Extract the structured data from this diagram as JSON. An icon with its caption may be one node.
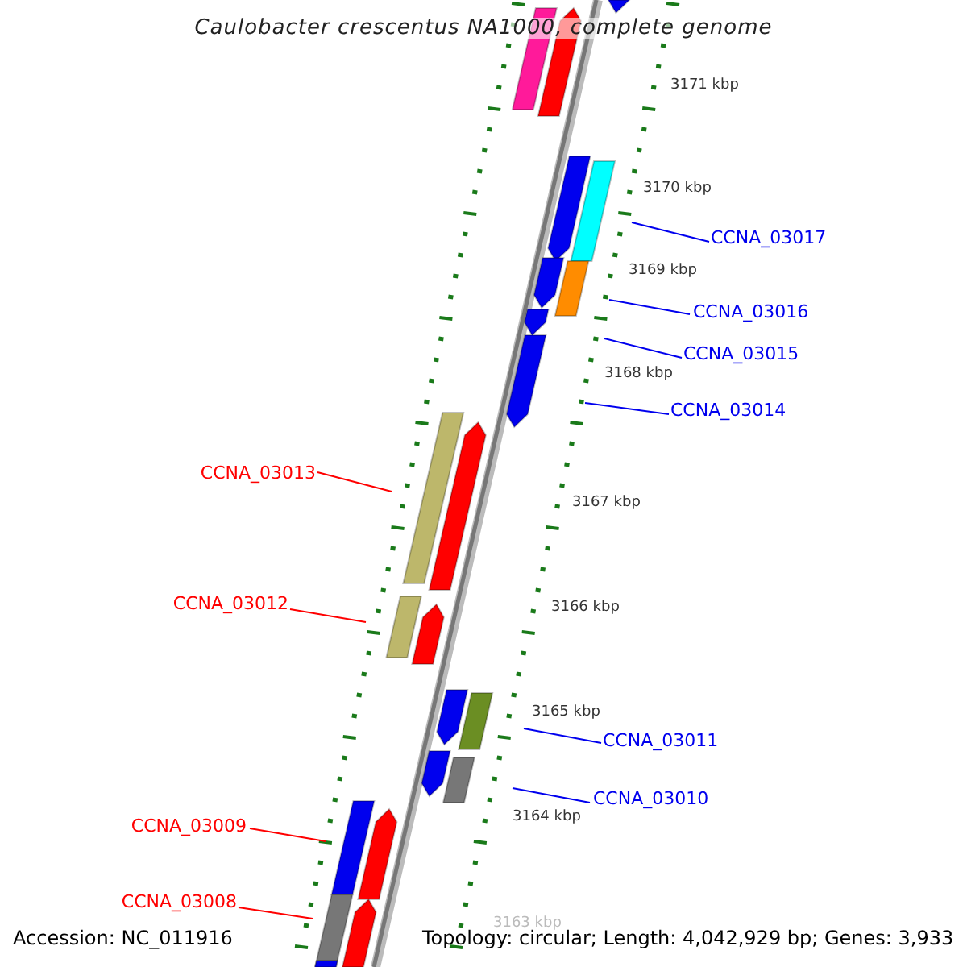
{
  "diagram": {
    "title": "Caulobacter crescentus NA1000, complete genome",
    "nodes": [
      {
        "text": [
          "CCNA_03017"
        ]
      },
      {
        "text": [
          "CCNA_03016"
        ]
      },
      {
        "text": [
          "CCNA_03015"
        ]
      },
      {
        "text": [
          "CCNA_03014"
        ]
      },
      {
        "text": [
          "CCNA_03013"
        ]
      },
      {
        "text": [
          "CCNA_03012"
        ]
      },
      {
        "text": [
          "CCNA_03011"
        ]
      },
      {
        "text": [
          "CCNA_03010"
        ]
      },
      {
        "text": [
          "CCNA_03009"
        ]
      },
      {
        "text": [
          "CCNA_03008"
        ]
      }
    ],
    "edges": [
      {
        "from": 0,
        "to": null,
        "arrow": "none"
      },
      {
        "from": 1,
        "to": null,
        "arrow": "none"
      },
      {
        "from": 2,
        "to": null,
        "arrow": "none"
      },
      {
        "from": 3,
        "to": null,
        "arrow": "none"
      },
      {
        "from": 4,
        "to": null,
        "arrow": "none",
        "color": "#ff0000"
      },
      {
        "from": 5,
        "to": null,
        "arrow": "none",
        "color": "#ff0000"
      },
      {
        "from": 6,
        "to": null,
        "arrow": "none"
      },
      {
        "from": 7,
        "to": null,
        "arrow": "none"
      },
      {
        "from": 8,
        "to": null,
        "arrow": "none",
        "color": "#ff0000"
      },
      {
        "from": 9,
        "to": null,
        "arrow": "none",
        "color": "#ff0000"
      }
    ],
    "labels": [
      "3171 kbp",
      "3170 kbp",
      "3169 kbp",
      "3168 kbp",
      "3167 kbp",
      "3166 kbp",
      "3165 kbp",
      "3164 kbp",
      "3163 kbp",
      "Accession: NC_011916",
      "Topology: circular; Length: 4,042,929 bp; Genes: 3,933"
    ]
  }
}
